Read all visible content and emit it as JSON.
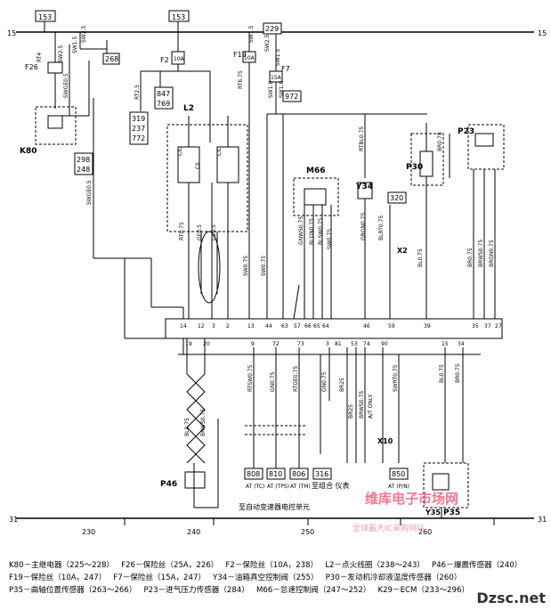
{
  "top_boxes": [
    "153",
    "153"
  ],
  "fuses": {
    "f26": {
      "name": "F26",
      "rating": "25A"
    },
    "f2": {
      "name": "F2",
      "rating": "10A"
    },
    "f19": {
      "name": "F19",
      "rating": "10A"
    },
    "f7": {
      "name": "F7",
      "rating": "15A"
    }
  },
  "ref_boxes": {
    "r268": "268",
    "r229": "229",
    "r972": "972",
    "r847": "847",
    "r769": "769",
    "r319": "319",
    "r237": "237",
    "r772": "772",
    "r298": "298",
    "r248": "248",
    "r320": "320",
    "r808": "808",
    "r810": "810",
    "r806": "806",
    "r316": "316",
    "r850": "850"
  },
  "components": {
    "k80": "K80",
    "l2": "L2",
    "m66": "M66",
    "y34": "Y34",
    "y35": "Y35",
    "p30": "P30",
    "p23": "P23",
    "p46": "P46",
    "p35": "P35",
    "x2": "X2",
    "x10": "X10"
  },
  "wire_labels": [
    "SW2.5",
    "RT4",
    "SW2.5",
    "SW1.5",
    "SW1.5",
    "RT6.75",
    "RT2.5",
    "SW2.5",
    "SW1.5",
    "SW1.0",
    "SW1.0",
    "RTBL0.75",
    "BR0.75",
    "SWGE0.5",
    "SWGE0.5",
    "CIL",
    "CIL",
    "CIL",
    "RT0.75",
    "GE0.5",
    "GE0.5",
    "SW0.75",
    "SW0.75",
    "GNWS0.75",
    "BLGN0.75",
    "BLSW0.75",
    "SW0.75",
    "GRGN0.75",
    "BLRT0.75",
    "BL0.75",
    "BR0.75",
    "BRWS0.75",
    "BRGN0.75",
    "RTSW0.75",
    "GN0.75",
    "RTGE0.75",
    "GN0.75",
    "BR25",
    "BL0.75",
    "BRWS0.75",
    "BR25",
    "BRWS0.75",
    "SWRT0.75",
    "BL0.75",
    "BR0.75"
  ],
  "pins_top": [
    "14",
    "12",
    "3",
    "2",
    "13",
    "44",
    "63",
    "57",
    "66",
    "65",
    "64",
    "46",
    "59",
    "39",
    "35",
    "37",
    "27"
  ],
  "pins_bottom": [
    "19",
    "20",
    "9",
    "72",
    "73",
    "3",
    "81",
    "53",
    "74",
    "90",
    "15",
    "34"
  ],
  "captions": {
    "ecm_arrow": "至自动变速器电控单元",
    "instrument": "至组合\n仪表",
    "at_tc": "AT\n(TC)",
    "at_tps": "AT\n(TPS)",
    "at_tm": "AT\n(TM)",
    "at_pn": "AT\n(P/N)",
    "a_only": "A/T ONLY",
    "line15": "15",
    "line31": "31"
  },
  "bus_labels": {
    "left15": "15",
    "right15": "15",
    "left31": "31",
    "right31": "31"
  },
  "ruler": [
    "230",
    "240",
    "250",
    "260"
  ],
  "legend": [
    "K80－主继电器（225～228）",
    "F26－保险丝（25A，226）",
    "F2－保险丝（10A，238）",
    "L2－点火线圈（238～243）",
    "P46－爆震传感器（240）",
    "F19－保险丝（10A，247）",
    "F7－保险丝（15A，247）",
    "Y34－油箱真空控制阀（255）",
    "P30－发动机冷却液温度传感器（260）",
    "P35－曲轴位置传感器（263～266）",
    "P23－进气压力传感器（284）",
    "M66－怠速控制阀（247～252）",
    "K29－ECM（233～296）"
  ],
  "watermark": {
    "main": "维库电子市场网",
    "sub": "全球最大IC采购网站",
    "logo": "Dzsc.net"
  }
}
